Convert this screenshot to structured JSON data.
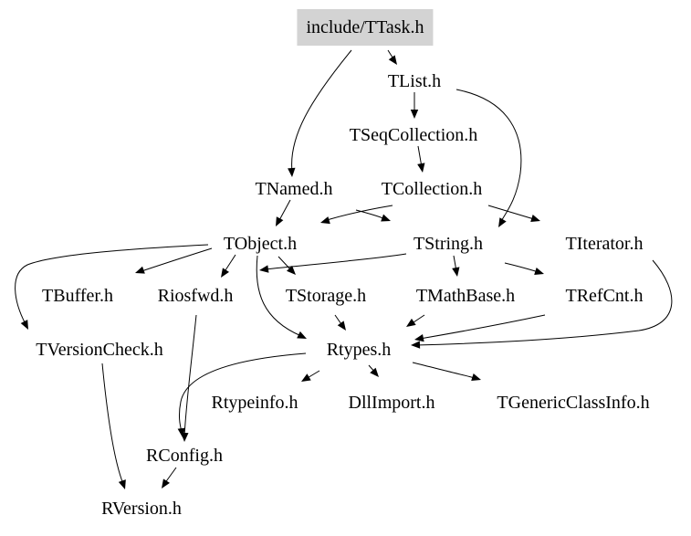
{
  "diagram": {
    "root_fill": "#d3d3d3",
    "edge_color": "#000000",
    "nodes": [
      {
        "id": "ttask",
        "label": "include/TTask.h",
        "highlight": true
      },
      {
        "id": "tlist",
        "label": "TList.h"
      },
      {
        "id": "tseqcollection",
        "label": "TSeqCollection.h"
      },
      {
        "id": "tnamed",
        "label": "TNamed.h"
      },
      {
        "id": "tcollection",
        "label": "TCollection.h"
      },
      {
        "id": "tobject",
        "label": "TObject.h"
      },
      {
        "id": "tstring",
        "label": "TString.h"
      },
      {
        "id": "titerator",
        "label": "TIterator.h"
      },
      {
        "id": "tbuffer",
        "label": "TBuffer.h"
      },
      {
        "id": "riosfwd",
        "label": "Riosfwd.h"
      },
      {
        "id": "tstorage",
        "label": "TStorage.h"
      },
      {
        "id": "tmathbase",
        "label": "TMathBase.h"
      },
      {
        "id": "trefcnt",
        "label": "TRefCnt.h"
      },
      {
        "id": "tversioncheck",
        "label": "TVersionCheck.h"
      },
      {
        "id": "rtypes",
        "label": "Rtypes.h"
      },
      {
        "id": "rtypeinfo",
        "label": "Rtypeinfo.h"
      },
      {
        "id": "dllimport",
        "label": "DllImport.h"
      },
      {
        "id": "tgenericclassinfo",
        "label": "TGenericClassInfo.h"
      },
      {
        "id": "rconfig",
        "label": "RConfig.h"
      },
      {
        "id": "rversion",
        "label": "RVersion.h"
      }
    ],
    "edges": [
      {
        "from": "ttask",
        "to": "tlist"
      },
      {
        "from": "ttask",
        "to": "tnamed"
      },
      {
        "from": "tlist",
        "to": "tseqcollection"
      },
      {
        "from": "tlist",
        "to": "tstring"
      },
      {
        "from": "tseqcollection",
        "to": "tcollection"
      },
      {
        "from": "tnamed",
        "to": "tobject"
      },
      {
        "from": "tcollection",
        "to": "tobject"
      },
      {
        "from": "tcollection",
        "to": "tstring"
      },
      {
        "from": "tcollection",
        "to": "titerator"
      },
      {
        "from": "tobject",
        "to": "tbuffer"
      },
      {
        "from": "tobject",
        "to": "riosfwd"
      },
      {
        "from": "tobject",
        "to": "tstorage"
      },
      {
        "from": "tobject",
        "to": "rtypes"
      },
      {
        "from": "tobject",
        "to": "tversioncheck"
      },
      {
        "from": "tstring",
        "to": "tobject"
      },
      {
        "from": "tstring",
        "to": "tmathbase"
      },
      {
        "from": "tstring",
        "to": "trefcnt"
      },
      {
        "from": "titerator",
        "to": "rtypes"
      },
      {
        "from": "riosfwd",
        "to": "rconfig"
      },
      {
        "from": "tstorage",
        "to": "rtypes"
      },
      {
        "from": "tmathbase",
        "to": "rtypes"
      },
      {
        "from": "trefcnt",
        "to": "rtypes"
      },
      {
        "from": "tversioncheck",
        "to": "rversion"
      },
      {
        "from": "rtypes",
        "to": "rtypeinfo"
      },
      {
        "from": "rtypes",
        "to": "dllimport"
      },
      {
        "from": "rtypes",
        "to": "tgenericclassinfo"
      },
      {
        "from": "rtypes",
        "to": "rconfig"
      },
      {
        "from": "rconfig",
        "to": "rversion"
      }
    ]
  }
}
